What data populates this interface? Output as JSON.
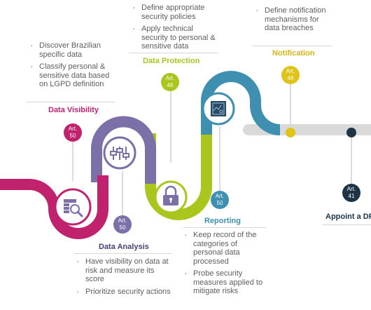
{
  "sections": {
    "data_visibility": {
      "title": "Data Visibility",
      "bullets": [
        "Discover Brazilian specific data",
        "Classify personal & sensitive data based on LGPD definition"
      ],
      "article": {
        "prefix": "Art.",
        "number": "50"
      },
      "color": "#c0226e"
    },
    "data_analysis": {
      "title": "Data Analysis",
      "bullets": [
        "Have visibility on data at risk and measure its score",
        "Prioritize security actions"
      ],
      "article": {
        "prefix": "Art.",
        "number": "50"
      },
      "color": "#7d6fa8"
    },
    "data_protection": {
      "title": "Data Protection",
      "bullets": [
        "Define appropriate security policies",
        "Apply technical security to personal & sensitive data"
      ],
      "article": {
        "prefix": "Art.",
        "number": "46"
      },
      "color": "#a9c61e"
    },
    "reporting": {
      "title": "Reporting",
      "bullets": [
        "Keep record of the categories of personal data processed",
        "Probe security measures applied to mitigate risks"
      ],
      "article": {
        "prefix": "Art.",
        "number": "50"
      },
      "color": "#3f8fb0"
    },
    "notification": {
      "title": "Notification",
      "bullets": [
        "Define notification mechanisms for data breaches"
      ],
      "article": {
        "prefix": "Art.",
        "number": "48"
      },
      "color": "#e0c31a"
    },
    "appoint_dpo": {
      "title": "Appoint a DP",
      "article": {
        "prefix": "Art.",
        "number": "41"
      },
      "color": "#1e3446"
    }
  },
  "icons": {
    "visibility": "magnifier-grid-icon",
    "analysis": "sliders-icon",
    "protection": "padlock-icon",
    "reporting": "report-chart-icon"
  },
  "track_colors": {
    "magenta": "#c0226e",
    "purple": "#7d6fa8",
    "lime": "#a9c61e",
    "blue": "#3f8fb0",
    "grey": "#d9d9d9"
  }
}
